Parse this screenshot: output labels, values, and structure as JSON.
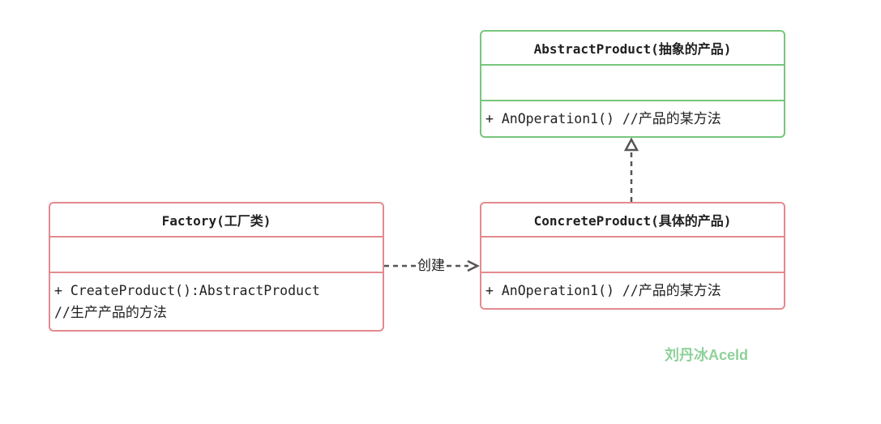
{
  "classes": {
    "abstract_product": {
      "title": "AbstractProduct(抽象的产品)",
      "operation_sig": "+ AnOperation1() //",
      "operation_note": "产品的某方法"
    },
    "concrete_product": {
      "title": "ConcreteProduct(具体的产品)",
      "operation_sig": "+ AnOperation1() //",
      "operation_note": "产品的某方法"
    },
    "factory": {
      "title": "Factory(工厂类)",
      "operation_sig": "+ CreateProduct():AbstractProduct",
      "operation_note_prefix": "//",
      "operation_note": "生产产品的方法"
    }
  },
  "relations": {
    "create_label": "创建"
  },
  "watermark": "刘丹冰Aceld",
  "colors": {
    "abstract_border": "#77c67d",
    "concrete_border": "#e38a8f",
    "edge": "#555555",
    "watermark": "#8fd19a"
  }
}
